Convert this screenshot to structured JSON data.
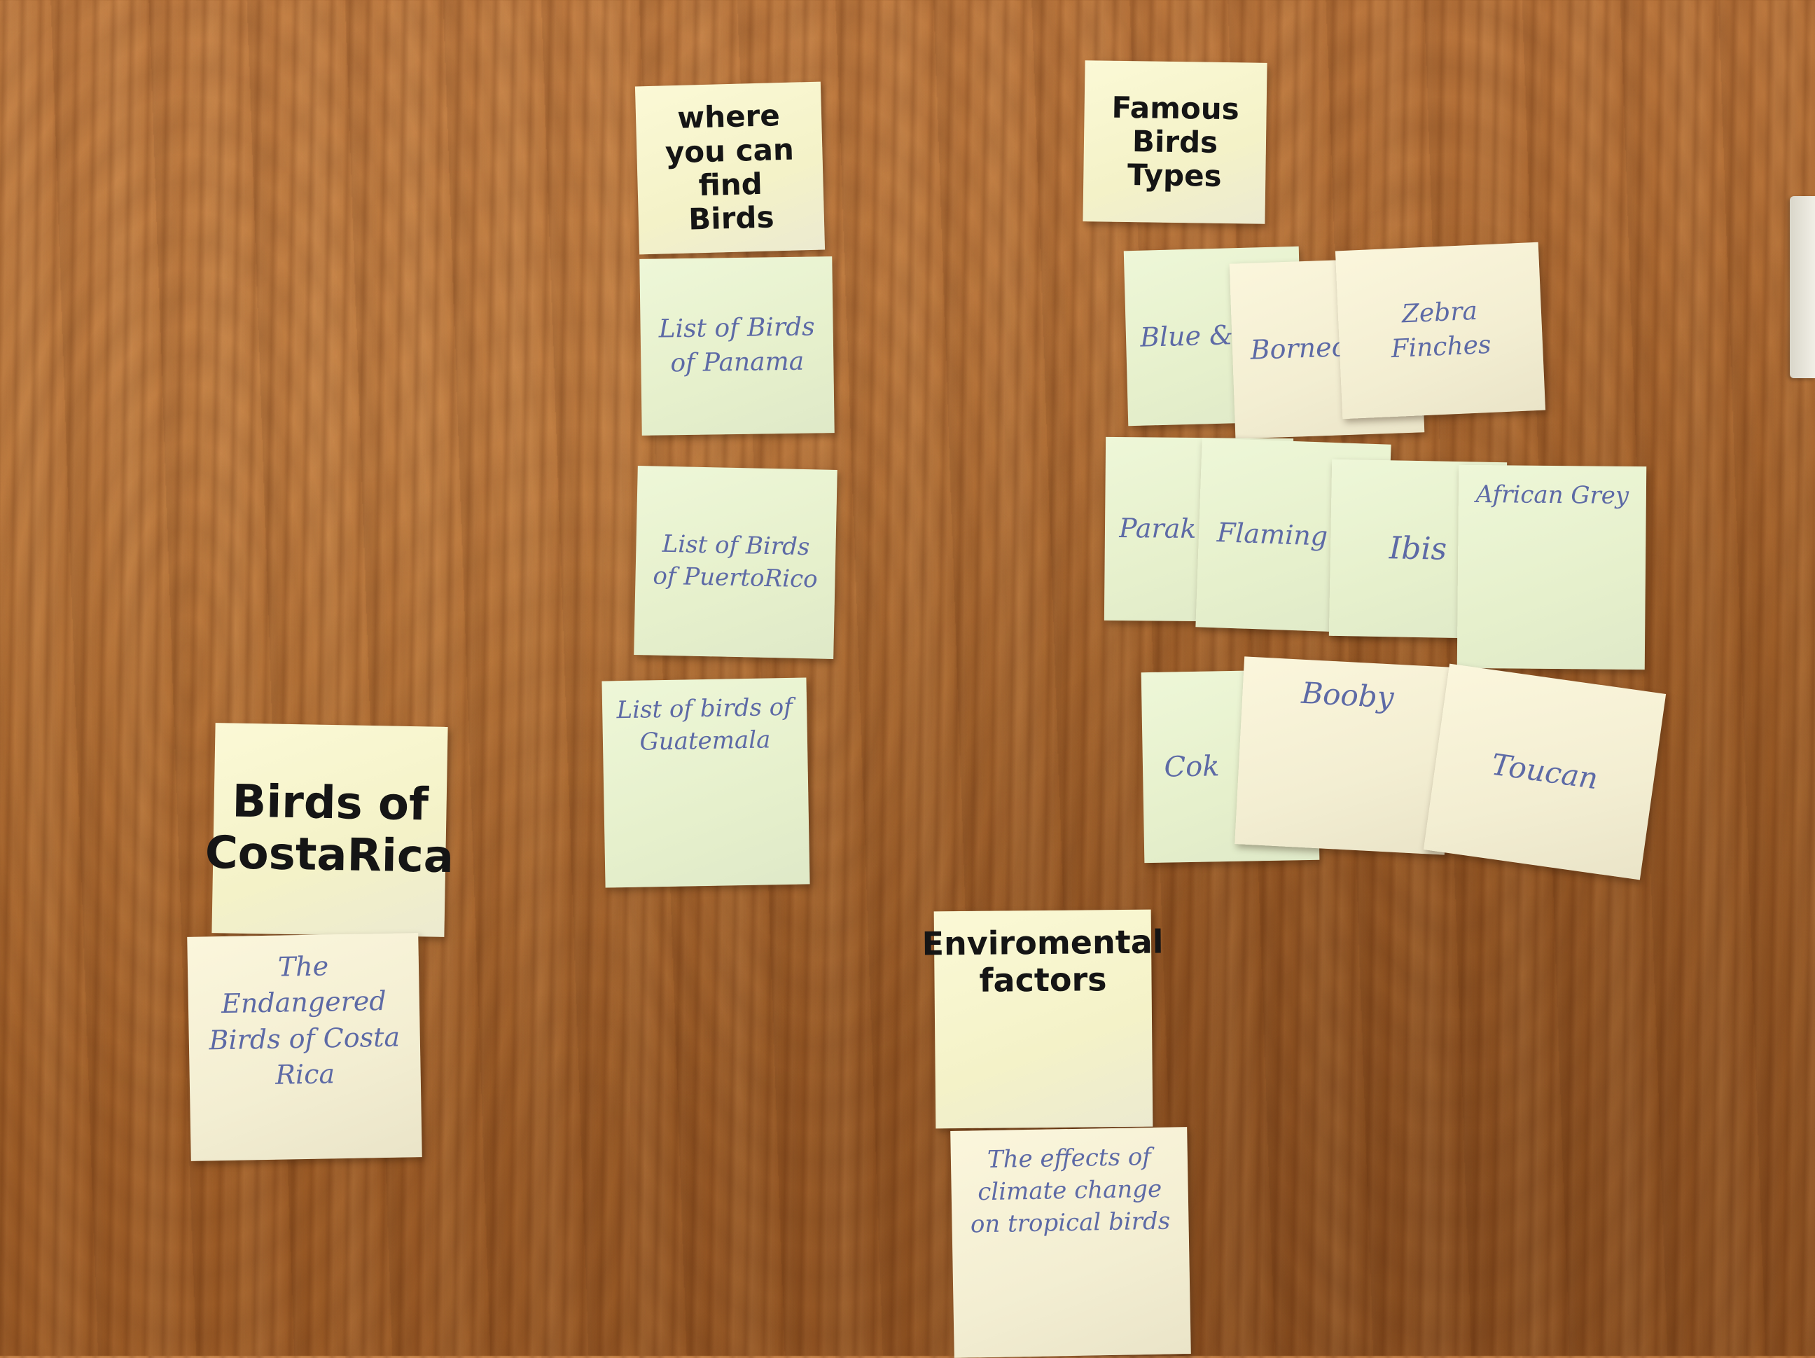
{
  "notes": {
    "where_heading": "where you can find Birds",
    "panama": "List of Birds of Panama",
    "puerto_rico": "List of Birds of PuertoRico",
    "guatemala": "List of birds of Guatemala",
    "costa_rica_heading": "Birds of CostaRica",
    "endangered": "The Endangered Birds of Costa Rica",
    "famous_heading": "Famous Birds Types",
    "blue_macaw": "Blue & Macaw",
    "borneo": "Borneo",
    "zebra_finches": "Zebra Finches",
    "parakeet": "Parak",
    "flamingo": "Flaming",
    "ibis": "Ibis",
    "african_grey": "African Grey",
    "cockatoo": "Cok",
    "booby": "Booby",
    "toucan": "Toucan",
    "environmental_heading": "Enviromental factors",
    "climate_effects": "The effects of climate change on tropical birds"
  }
}
